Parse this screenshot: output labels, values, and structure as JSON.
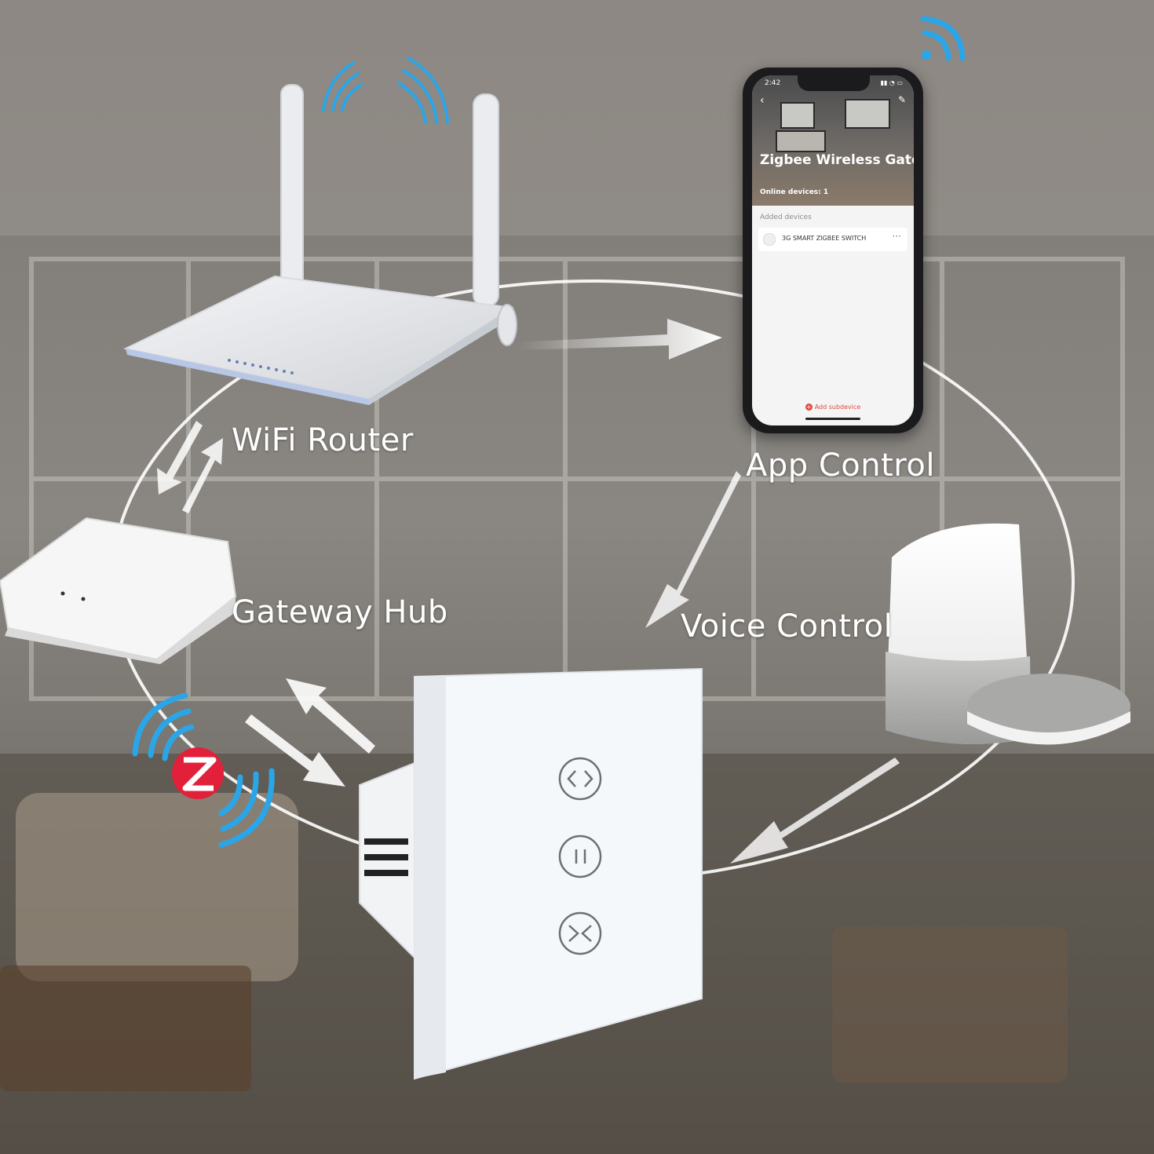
{
  "labels": {
    "router": "WiFi Router",
    "app": "App Control",
    "hub": "Gateway Hub",
    "voice": "Voice Control"
  },
  "phone": {
    "time": "2:42",
    "status_icons": "▮▮ ◔ ▭",
    "title": "Zigbee Wireless Gate...",
    "online": "Online devices: 1",
    "added_header": "Added devices",
    "device_name": "3G SMART ZIGBEE SWITCH",
    "more": "···",
    "add_button": "Add subdevice"
  },
  "icons": {
    "back": "chevron-left-icon",
    "edit": "edit-pencil-icon",
    "wifi": "wifi-signal-icon",
    "zigbee": "zigbee-logo-icon",
    "switch_open": "curtain-open-icon",
    "switch_pause": "pause-icon",
    "switch_close": "curtain-close-icon"
  },
  "colors": {
    "signal_blue": "#2aa6e8",
    "zigbee_red": "#e2203a",
    "app_accent": "#e2483a"
  }
}
